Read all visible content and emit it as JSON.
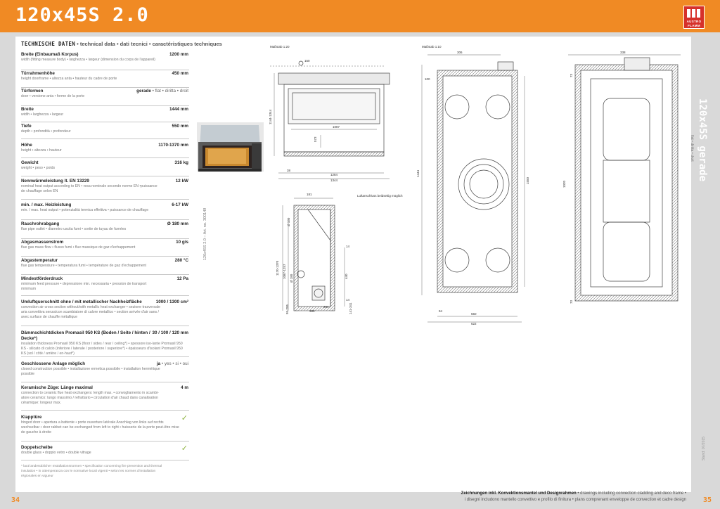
{
  "header": {
    "title": "120x45S 2.0",
    "logo_line1": "AUSTRO",
    "logo_line2": "FLAMM"
  },
  "section": {
    "heading": "TECHNISCHE DATEN",
    "subheading": " • technical data • dati tecnici • caractéristiques techniques"
  },
  "specs": [
    {
      "title": "Breite (Einbaumaß Korpus)",
      "value": "1200 mm",
      "desc": "width (fitting measure body) • larghezza • largeur (dimension du corps de l'appareil)"
    },
    {
      "title": "Türrahmenhöhe",
      "value": "450 mm",
      "desc": "height doorframe • altezza anta • hauteur du cadre de porte"
    },
    {
      "title": "Türformen",
      "value": "gerade",
      "options": " • flat • diritta • droit",
      "desc": "door • versione anta • forme de la porte"
    },
    {
      "title": "Breite",
      "value": "1444 mm",
      "desc": "width • larghezza • largeur"
    },
    {
      "title": "Tiefe",
      "value": "550 mm",
      "desc": "depth • profondità • profondeur"
    },
    {
      "title": "Höhe",
      "value": "1170-1370 mm",
      "desc": "height • altezza • hauteur"
    },
    {
      "title": "Gewicht",
      "value": "316 kg",
      "desc": "weight • peso • poids"
    },
    {
      "title": "Nennwärmeleistung lt. EN 13229",
      "value": "12 kW",
      "desc": "nominal heat output according to EN • resa nominale secondo norme EN •puissance de chauffage selon EN"
    },
    {
      "title": "min. / max. Heizleistung",
      "value": "6-17 kW",
      "desc": "min. / max. heat output • potenzialità termica effettiva • puissance de chauffage"
    },
    {
      "title": "Rauchrohrabgang",
      "value": "Ø 180 mm",
      "desc": "flue pipe outlet • diametro uscita fumi • sortie de tuyau de fumées"
    },
    {
      "title": "Abgasmassenstrom",
      "value": "10 g/s",
      "desc": "flue gas mass flow • flusso fumi • flux massique de gaz d'echappement"
    },
    {
      "title": "Abgastemperatur",
      "value": "280 °C",
      "desc": "flue gas temperature • temperatura fumi • température de gaz d'echappement"
    },
    {
      "title": "Mindestförderdruck",
      "value": "12 Pa",
      "desc": "minimum feed pressure • depressione min. necessaria • pression de transport minimum"
    },
    {
      "title": "Umluftquerschnitt ohne / mit metallischer Nachheizfläche",
      "value": "1000 / 1300 cm²",
      "desc": "convection air cross section without/with metallic heat exchanger • sezione trasversale aria convettiva senza/con scambiatore di calore metallico • section arrivée d'air sans / avec surface de chauffe métallique"
    },
    {
      "title": "Dämmschichtdicken Promasil 950 KS (Boden / Seite / hinten / Decke*)",
      "value": "30 / 100 / 120 mm",
      "desc": "insulation thickness Promasil 950 KS (floor / sides / rear / ceiling*) • spessore iso-lante Promasil 950 KS - silicato di calcio (inferiore / laterale / posteriore / superiore*) • épaisseurs d'isolant Promasil 950 KS (sol / côté / arrière / en-haut*)"
    },
    {
      "title": "Geschlossene Anlage möglich",
      "value": "ja",
      "options": " • yes • si • oui",
      "desc": "closed construction possible • installazione ermetica possibile • installation hermétique possible"
    },
    {
      "title": "Keramische Züge: Länge maximal",
      "value": "4 m",
      "desc": "connection to ceramic flue heat exchangers: length max. • convogliamento in scambi-atore ceramico: lungo massimo / refrattario • circulation d'air chaud dans canalisation céramique: longeur max."
    },
    {
      "title": "Klapptüre",
      "check": "✓",
      "desc": "hinged door • apertura a battente • porte ouverture latérale Anschlag von links auf rechts wechselbar • door rabbet can be exchanged from left to right • huisserie de la porte peut-être mise de gauche à droite"
    },
    {
      "title": "Doppelscheibe",
      "check": "✓",
      "desc": "double glass • doppio vetro • double vitrage"
    }
  ],
  "footnote": "* laut landesüblicher Installationsnormen • specification concerning fire prevention and thermal insulation • in ottemperanza con le normative locali vigenti • selon les normes d'installation régionales en vigueur",
  "drawings": {
    "scale_front": "Maßstab 1:20",
    "scale_right": "Maßstab 1:10",
    "dims_front": [
      "150",
      "1087",
      "573",
      "1144-1344",
      "38",
      "1284",
      "1344"
    ],
    "dims_side": [
      "181",
      "Ø 180",
      "1170-1370",
      "1087-1257",
      "Ø 180",
      "440",
      "95-295",
      "365",
      "284",
      "14",
      "141-341",
      "14"
    ],
    "side_note": "Luftanschluss beidseitig möglich",
    "dims_top": [
      "306",
      "338",
      "100",
      "1444",
      "1550",
      "550",
      "622",
      "94",
      "1020",
      "73",
      "73"
    ],
    "vertical_ref": "120x45S 2.0 – Art. no. 300149"
  },
  "sidebar": {
    "title": "120x45S gerade",
    "subtitle": "flat • diritta • droit",
    "date": "Stand: 07/2015"
  },
  "caption": {
    "bold": "Zeichnungen inkl. Konvektionsmantel und Designrahmen",
    "line1": " • drawings including convection cladding and deco frame •",
    "line2": "i disegni includono mantello convettivo e profilo di finitura • plans comprenant enveloppe de convection et cadre design"
  },
  "pages": {
    "left": "34",
    "right": "35"
  }
}
